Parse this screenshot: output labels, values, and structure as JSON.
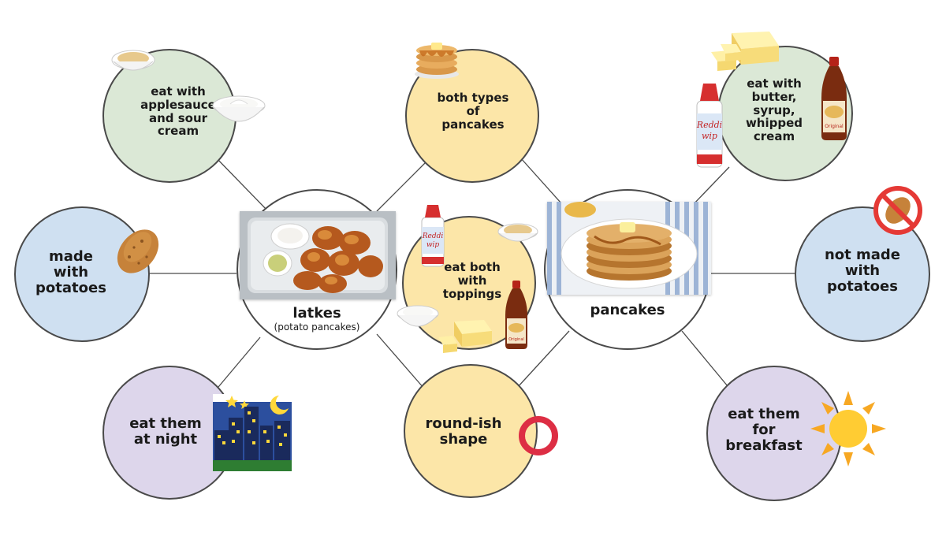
{
  "hub_left": {
    "title": "latkes",
    "subtitle": "(potato pancakes)"
  },
  "hub_right": {
    "title": "pancakes"
  },
  "nodes": {
    "applesauce": "eat with\napplesauce\nand sour\ncream",
    "both_types": "both types\nof\npancakes",
    "butter_syrup": "eat with\nbutter,\nsyrup,\nwhipped\ncream",
    "made_potatoes": "made\nwith\npotatoes",
    "toppings": "eat both\nwith\ntoppings",
    "not_potatoes": "not made\nwith\npotatoes",
    "night": "eat them\nat night",
    "round": "round-ish\nshape",
    "breakfast": "eat them\nfor\nbreakfast"
  },
  "icons": {
    "applesauce": "applesauce-bowl-icon",
    "sour_cream": "sour-cream-bowl-icon",
    "pancake_stack": "pancake-stack-icon",
    "butter": "butter-icon",
    "whipped_cream": "whipped-cream-can-icon",
    "syrup": "syrup-bottle-icon",
    "potato": "potato-icon",
    "no_potato": "no-potato-icon",
    "city_night": "city-night-icon",
    "ring": "red-ring-icon",
    "sun": "sun-icon"
  },
  "colors": {
    "green": "#dbe8d6",
    "yellow": "#fce6a8",
    "blue": "#cfe0f1",
    "purple": "#ddd6eb",
    "stroke": "#4a4a4a"
  }
}
